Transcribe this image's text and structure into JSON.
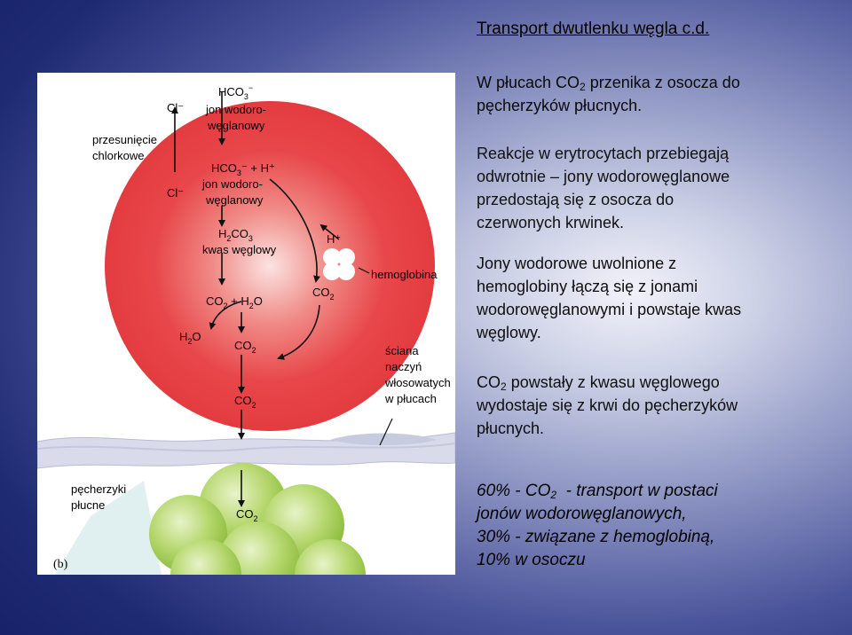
{
  "title": "Transport dwutlenku węgla c.d.",
  "text": {
    "lungs": {
      "line1_a": "W płucach CO",
      "line1_sub": "2",
      "line1_b": " przenika z osocza do",
      "line2": "pęcherzyków płucnych."
    },
    "rbc": [
      "Reakcje w erytrocytach przebiegają",
      "odwrotnie – jony wodorowęglanowe",
      "przedostają się z osocza do",
      "czerwonych krwinek."
    ],
    "hemoglobin": [
      "Jony wodorowe uwolnione z",
      "hemoglobiny łączą się z jonami",
      "wodorowęglanowymi i powstaje kwas",
      "węglowy."
    ],
    "co2": {
      "line1_a": "CO",
      "line1_sub": "2",
      "line1_b": " powstały z kwasu węglowego",
      "line2": "wydostaje się z krwi do pęcherzyków",
      "line3": "płucnych."
    },
    "summary": {
      "line1_a": "60% - CO",
      "line1_sub": "2",
      "line1_b": "  - transport w postaci",
      "line2": "jonów wodorowęglanowych,",
      "line3": "30% - związane z hemoglobiną,",
      "line4": "10% w osoczu"
    }
  },
  "figure": {
    "cl_top": "Cl⁻",
    "hco3_top_a": "HCO",
    "hco3_top_sub": "3",
    "hco3_top_sup": "−",
    "jon_top_1": "jon wodoro-",
    "jon_top_2": "węglanowy",
    "chloride_shift_1": "przesunięcie",
    "chloride_shift_2": "chlorkowe",
    "cl_mid": "Cl⁻",
    "hco3_in_a": "HCO",
    "hco3_in_sub": "3",
    "hco3_in_b": "⁻ + H⁺",
    "jon_in_1": "jon wodoro-",
    "jon_in_2": "węglanowy",
    "h2co3_a": "H",
    "h2co3_sub1": "2",
    "h2co3_b": "CO",
    "h2co3_sub2": "3",
    "kwas": "kwas węglowy",
    "h_plus": "H⁺",
    "hemoglobina": "hemoglobina",
    "co2_right_a": "CO",
    "co2_right_sub": "2",
    "co2_h2o_a": "CO",
    "co2_h2o_sub1": "2",
    "co2_h2o_b": " + H",
    "co2_h2o_sub2": "2",
    "co2_h2o_c": "O",
    "h2o_a": "H",
    "h2o_sub": "2",
    "h2o_b": "O",
    "co2_low_a": "CO",
    "co2_low_sub": "2",
    "sciana_1": "ściana",
    "sciana_2": "naczyń",
    "sciana_3": "włosowatych",
    "sciana_4": "w płucach",
    "co2_plasma_a": "CO",
    "co2_plasma_sub": "2",
    "alveoli_1": "pęcherzyki",
    "alveoli_2": "płucne",
    "co2_alv_a": "CO",
    "co2_alv_sub": "2",
    "panel_label": "(b)"
  },
  "colors": {
    "rbc": "#e8474a",
    "alveoli": "#9cc84c",
    "text": "#000000"
  }
}
